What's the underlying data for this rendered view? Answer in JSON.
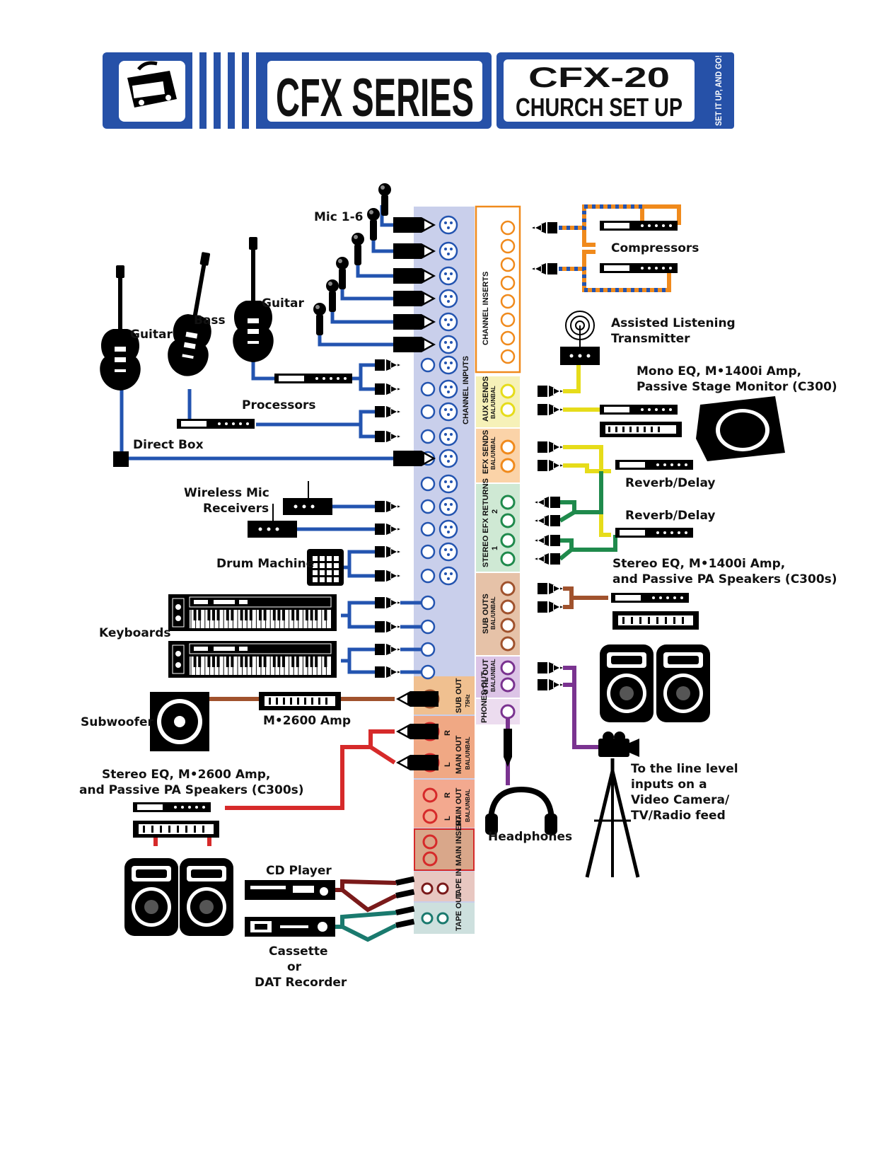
{
  "header": {
    "series": "CFX SERIES",
    "model": "CFX-20",
    "subtitle": "CHURCH SET UP",
    "tagline": "SET IT UP, AND GO!",
    "brand_blue": "#2651a8"
  },
  "labels": {
    "mic": "Mic 1-6",
    "compressors": "Compressors",
    "guitar_left": "Guitar",
    "bass": "Bass",
    "guitar_right": "Guitar",
    "assisted_1": "Assisted Listening",
    "assisted_2": "Transmitter",
    "mono_eq_1": "Mono EQ, M•1400i Amp,",
    "mono_eq_2": "Passive Stage Monitor (C300)",
    "processors": "Processors",
    "direct_box": "Direct Box",
    "reverb_1": "Reverb/Delay",
    "reverb_2": "Reverb/Delay",
    "wireless_1": "Wireless Mic",
    "wireless_2": "Receivers",
    "drum_machine": "Drum Machine",
    "stereo_eq_1": "Stereo EQ, M•1400i Amp,",
    "stereo_eq_2": "and Passive PA Speakers (C300s)",
    "keyboards": "Keyboards",
    "subwoofer": "Subwoofer",
    "m2600": "M•2600 Amp",
    "stereo_eq2600_1": "Stereo EQ, M•2600 Amp,",
    "stereo_eq2600_2": "and Passive PA Speakers (C300s)",
    "headphones": "Headphones",
    "camera_1": "To the line level",
    "camera_2": "inputs on a",
    "camera_3": "Video Camera/",
    "camera_4": "TV/Radio feed",
    "cd_player": "CD Player",
    "cassette_1": "Cassette",
    "cassette_2": "or",
    "cassette_3": "DAT Recorder"
  },
  "panel": {
    "channel_inputs": "CHANNEL INPUTS",
    "channel_inserts": "CHANNEL INSERTS",
    "aux_sends": "AUX SENDS",
    "efx_sends": "EFX SENDS",
    "stereo_efx_returns": "STEREO EFX RETURNS",
    "sub_outs": "SUB OUTS",
    "util_out": "UTIL OUT",
    "phones_out": "PHONES OUT",
    "sub_out": "SUB OUT",
    "sub_out_freq": "75Hz",
    "main_out": "MAIN OUT",
    "main_insert": "MAIN INSERT",
    "tape_in": "TAPE IN",
    "tape_out": "TAPE OUT",
    "bal_unbal": "BAL/UNBAL",
    "left": "L",
    "right": "R",
    "num_1": "1",
    "num_2": "2"
  },
  "colors": {
    "blue": "#2354b0",
    "orange": "#f08a1c",
    "yellow": "#e6dc1a",
    "green": "#1f8a4c",
    "brown": "#a0522d",
    "purple": "#7a3390",
    "red": "#d62a2a",
    "darkred": "#7a1a1a",
    "teal": "#1a7a6e",
    "panel_lavender": "#c9cfeb",
    "zone_orange": "#fbd3a8",
    "zone_yellow": "#f6f1b8",
    "zone_green": "#cfe9d4",
    "zone_tan": "#e6c2a8",
    "zone_purple": "#dcc4e6",
    "zone_salmon": "#f3a98f"
  }
}
